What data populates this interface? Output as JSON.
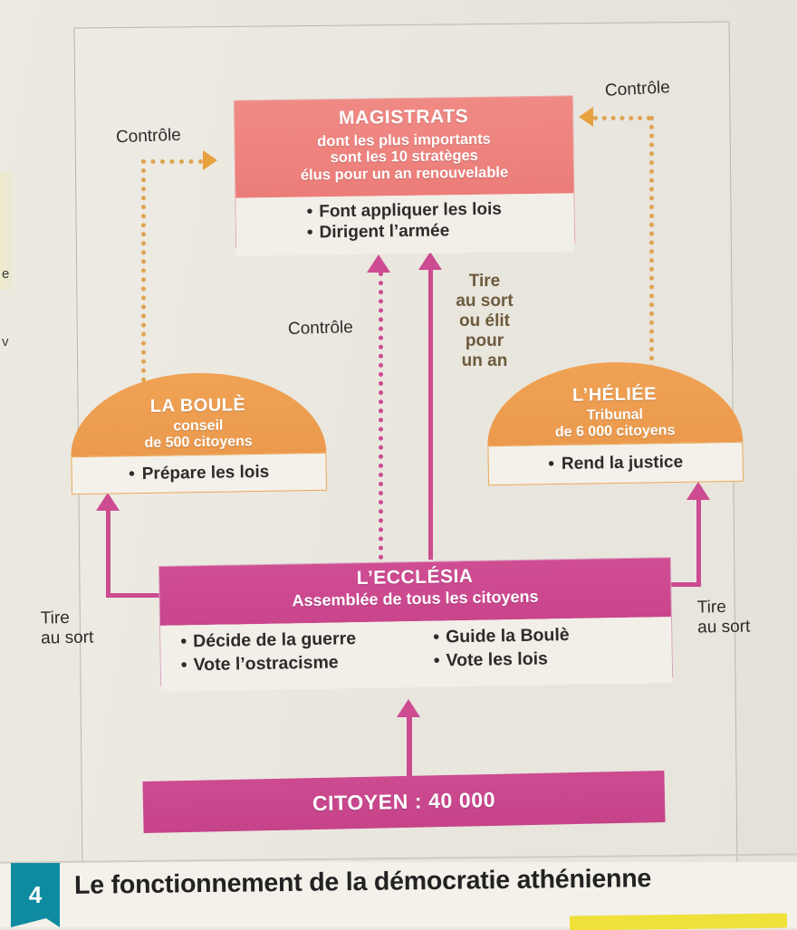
{
  "page": {
    "left_margin_fragment_1": "e",
    "left_margin_fragment_2": "v"
  },
  "colors": {
    "magistrats": "#ec7d79",
    "assembly_orange": "#eb9a4d",
    "ecclesia_magenta": "#c9458c",
    "citoyen_magenta": "#c6438a",
    "control_arrow_orange": "#e8a13f",
    "badge_teal": "#0f8ba0",
    "highlight_yellow": "#efe03a",
    "paper": "#e9e6de"
  },
  "diagram": {
    "magistrats": {
      "title": "MAGISTRATS",
      "subtitle_lines": [
        "dont les plus importants",
        "sont les 10 stratèges",
        "élus pour un an renouvelable"
      ],
      "bullets": [
        "Font appliquer les lois",
        "Dirigent l’armée"
      ]
    },
    "boule": {
      "title": "LA BOULÈ",
      "subtitle_lines": [
        "conseil",
        "de 500 citoyens"
      ],
      "bullet": "Prépare les lois"
    },
    "heliee": {
      "title": "L’HÉLIÉE",
      "subtitle_lines": [
        "Tribunal",
        "de 6 000 citoyens"
      ],
      "bullet": "Rend la justice"
    },
    "ecclesia": {
      "title": "L’ECCLÉSIA",
      "subtitle": "Assemblée de tous les citoyens",
      "bullets_left": [
        "Décide de la guerre",
        "Vote l’ostracisme"
      ],
      "bullets_right": [
        "Guide la Boulè",
        "Vote les lois"
      ]
    },
    "citoyen": {
      "label": "CITOYEN : 40 000"
    },
    "connectors": {
      "control_left": "Contrôle",
      "control_right": "Contrôle",
      "control_center": "Contrôle",
      "tire_au_sort_ou_elit": "Tire\nau sort\nou élit\npour\nun an",
      "tire_au_sort_left": "Tire\nau sort",
      "tire_au_sort_right": "Tire\nau sort"
    }
  },
  "caption": {
    "number": "4",
    "text": "Le fonctionnement de la démocratie athénienne"
  }
}
